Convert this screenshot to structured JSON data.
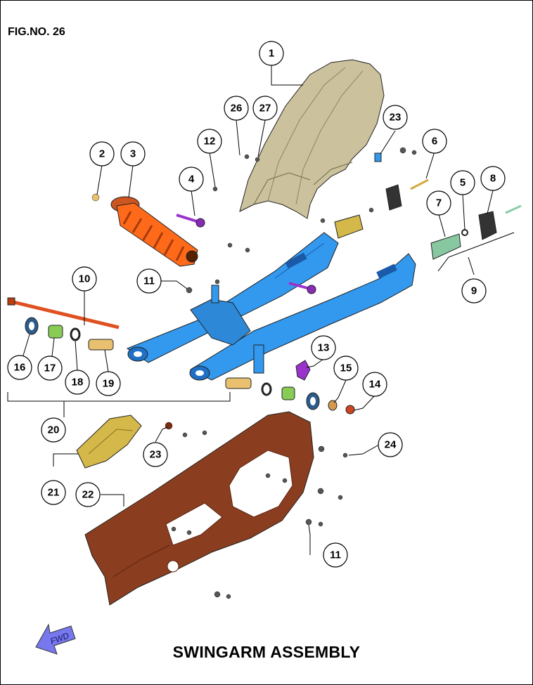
{
  "figure_number": "FIG.NO. 26",
  "title": "SWINGARM ASSEMBLY",
  "direction_label": "FWD",
  "callouts": [
    {
      "key": "c1",
      "label": "1"
    },
    {
      "key": "c2",
      "label": "2"
    },
    {
      "key": "c3",
      "label": "3"
    },
    {
      "key": "c4",
      "label": "4"
    },
    {
      "key": "c5",
      "label": "5"
    },
    {
      "key": "c6",
      "label": "6"
    },
    {
      "key": "c7",
      "label": "7"
    },
    {
      "key": "c8",
      "label": "8"
    },
    {
      "key": "c9",
      "label": "9"
    },
    {
      "key": "c10",
      "label": "10"
    },
    {
      "key": "c11a",
      "label": "11"
    },
    {
      "key": "c11b",
      "label": "11"
    },
    {
      "key": "c12",
      "label": "12"
    },
    {
      "key": "c13",
      "label": "13"
    },
    {
      "key": "c14",
      "label": "14"
    },
    {
      "key": "c15",
      "label": "15"
    },
    {
      "key": "c16",
      "label": "16"
    },
    {
      "key": "c17",
      "label": "17"
    },
    {
      "key": "c18",
      "label": "18"
    },
    {
      "key": "c19",
      "label": "19"
    },
    {
      "key": "c20",
      "label": "20"
    },
    {
      "key": "c21",
      "label": "21"
    },
    {
      "key": "c22",
      "label": "22"
    },
    {
      "key": "c23a",
      "label": "23"
    },
    {
      "key": "c23b",
      "label": "23"
    },
    {
      "key": "c24",
      "label": "24"
    },
    {
      "key": "c26",
      "label": "26"
    },
    {
      "key": "c27",
      "label": "27"
    }
  ],
  "colors": {
    "swingarm": "#3399ee",
    "mudguard": "#c9bf9a",
    "shock_absorber": "#ff6a1a",
    "chain_case": "#8a3d1f",
    "chain_guide": "#d4b84a",
    "bolt_purple": "#9933cc",
    "pivot_shaft": "#e05020",
    "bushing": "#e8c070",
    "fwd_arrow": "#7777ee"
  }
}
